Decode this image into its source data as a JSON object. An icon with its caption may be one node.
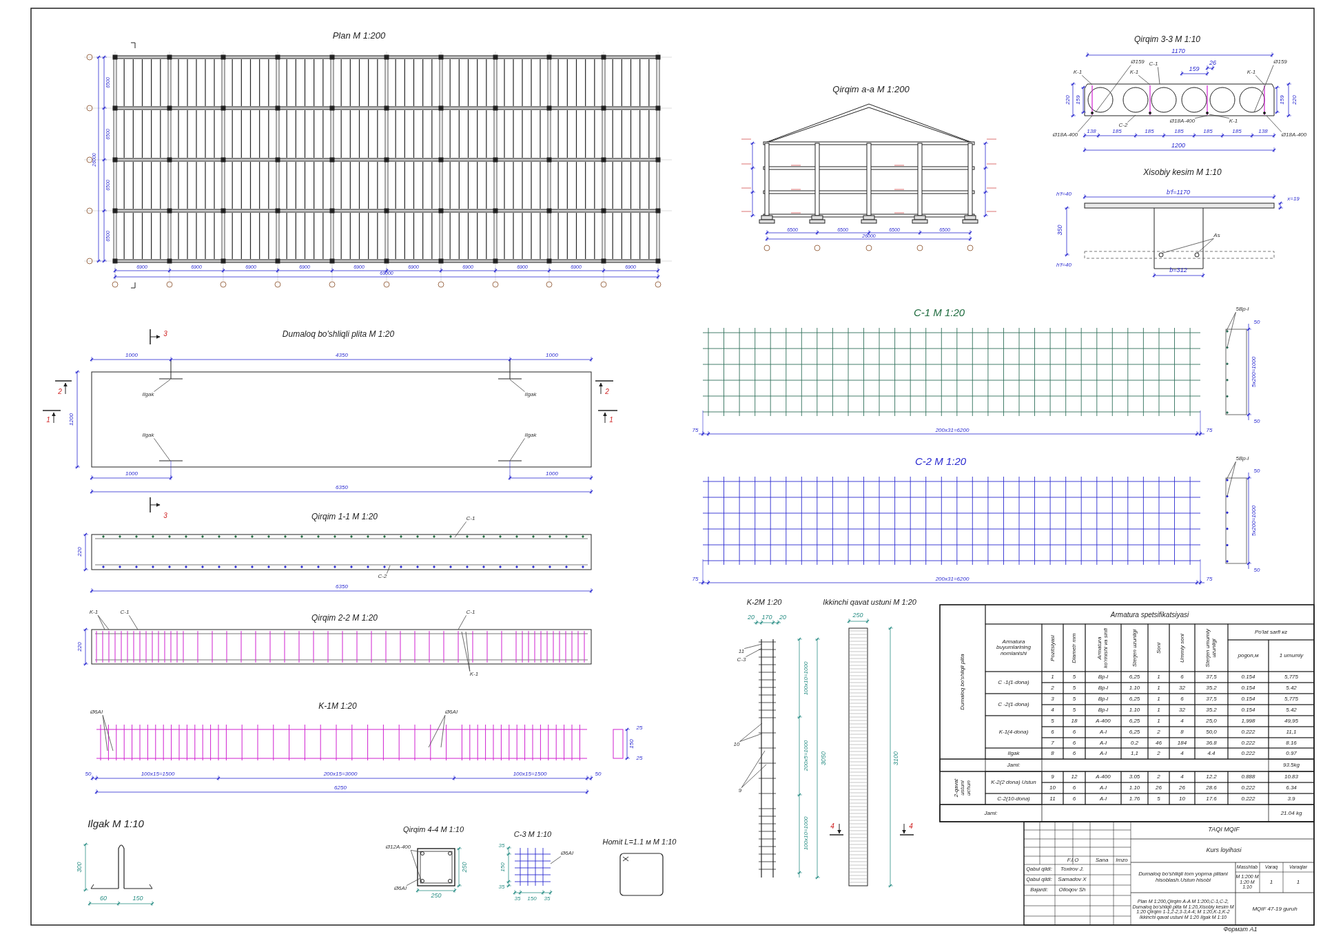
{
  "diagram": {
    "nodes": [
      {
        "text": [
          "Ilgak"
        ],
        "in": 33
      },
      {
        "text": [
          "Ilgak"
        ],
        "in": 33
      },
      {
        "text": [
          "Ilgak"
        ],
        "in": 33
      },
      {
        "text": [
          "Ilgak"
        ],
        "in": 33
      },
      {
        "text": [
          "C-1"
        ]
      },
      {
        "text": [
          "C-2"
        ]
      },
      {
        "text": [
          "K-1"
        ]
      },
      {
        "text": [
          "C-1"
        ]
      },
      {
        "text": [
          "C-1"
        ]
      },
      {
        "text": [
          "K-1"
        ]
      },
      {
        "text": [
          "Ø6AI"
        ]
      },
      {
        "text": [
          "Ø6AI"
        ]
      },
      {
        "text": [
          "K-1"
        ]
      },
      {
        "text": [
          "Ø159"
        ]
      },
      {
        "text": [
          "K-1"
        ]
      },
      {
        "text": [
          "C-1"
        ]
      },
      {
        "text": [
          "Ø159"
        ]
      },
      {
        "text": [
          "K-1"
        ]
      },
      {
        "text": [
          "C-2"
        ]
      },
      {
        "text": [
          "Ø18A-400"
        ]
      },
      {
        "text": [
          "Ø18A-400"
        ]
      },
      {
        "text": [
          "K-1"
        ]
      },
      {
        "text": [
          "Ø18A-400"
        ]
      },
      {
        "text": [
          "As"
        ],
        "in": 38
      },
      {
        "text": [
          "5Bp-I"
        ]
      },
      {
        "text": [
          "5Bp-I"
        ]
      },
      {
        "text": [
          "11"
        ]
      },
      {
        "text": [
          "C-3"
        ]
      },
      {
        "text": [
          "10"
        ]
      },
      {
        "text": [
          "9"
        ]
      },
      {
        "text": [
          "Ø12A-400"
        ]
      },
      {
        "text": [
          "Ø6AI"
        ]
      },
      {
        "text": [
          "Ø6AI"
        ]
      },
      {
        "text": [],
        "shape": "picture"
      },
      {
        "text": [],
        "shape": "picture"
      },
      {
        "text": [],
        "shape": "picture"
      },
      {
        "text": [],
        "shape": "picture"
      },
      {
        "text": [],
        "shape": "picture"
      },
      {
        "text": [],
        "shape": "picture"
      },
      {
        "text": [],
        "shape": "picture"
      },
      {
        "text": [],
        "shape": "picture"
      },
      {
        "text": [],
        "shape": "picture"
      },
      {
        "text": [],
        "shape": "picture"
      },
      {
        "text": [],
        "shape": "picture"
      }
    ],
    "edges": [
      {
        "from": 0,
        "to": 33,
        "arrow": "none"
      },
      {
        "from": 1,
        "to": 33,
        "arrow": "none"
      },
      {
        "from": 2,
        "to": 33,
        "arrow": "none"
      },
      {
        "from": 3,
        "to": 33,
        "arrow": "none"
      },
      {
        "from": 4,
        "to": 34,
        "arrow": "none"
      },
      {
        "from": 5,
        "to": 34,
        "arrow": "none"
      },
      {
        "from": 6,
        "to": 35,
        "arrow": "none"
      },
      {
        "from": 6,
        "to": 35,
        "arrow": "none"
      },
      {
        "from": 7,
        "to": 35,
        "arrow": "none"
      },
      {
        "from": 8,
        "to": 35,
        "arrow": "none"
      },
      {
        "from": 9,
        "to": 35,
        "arrow": "none"
      },
      {
        "from": 9,
        "to": 35,
        "arrow": "none"
      },
      {
        "from": 10,
        "to": 36,
        "arrow": "none"
      },
      {
        "from": 10,
        "to": 36,
        "arrow": "none"
      },
      {
        "from": 11,
        "to": 36,
        "arrow": "none"
      },
      {
        "from": 11,
        "to": 36,
        "arrow": "none"
      },
      {
        "from": 12,
        "to": 37,
        "arrow": "none"
      },
      {
        "from": 13,
        "to": 37,
        "arrow": "none"
      },
      {
        "from": 14,
        "to": 37,
        "arrow": "none"
      },
      {
        "from": 15,
        "to": 37,
        "arrow": "none"
      },
      {
        "from": 16,
        "to": 37,
        "arrow": "none"
      },
      {
        "from": 17,
        "to": 37,
        "arrow": "none"
      },
      {
        "from": 18,
        "to": 37,
        "arrow": "none"
      },
      {
        "from": 19,
        "to": 37,
        "arrow": "none"
      },
      {
        "from": 20,
        "to": 37,
        "arrow": "none"
      },
      {
        "from": 21,
        "to": 37,
        "arrow": "none"
      },
      {
        "from": 22,
        "to": 37,
        "arrow": "none"
      },
      {
        "from": 23,
        "to": 38,
        "arrow": "none"
      },
      {
        "from": 23,
        "to": 38,
        "arrow": "none"
      },
      {
        "from": 24,
        "to": 39,
        "arrow": "none"
      },
      {
        "from": 24,
        "to": 39,
        "arrow": "none"
      },
      {
        "from": 25,
        "to": 40,
        "arrow": "none"
      },
      {
        "from": 25,
        "to": 40,
        "arrow": "none"
      },
      {
        "from": 26,
        "to": 41,
        "arrow": "none"
      },
      {
        "from": 27,
        "to": 41,
        "arrow": "none"
      },
      {
        "from": 28,
        "to": 41,
        "arrow": "none"
      },
      {
        "from": 28,
        "to": 41,
        "arrow": "none"
      },
      {
        "from": 29,
        "to": 41,
        "arrow": "none"
      },
      {
        "from": 29,
        "to": 41,
        "arrow": "none"
      },
      {
        "from": 30,
        "to": 42,
        "arrow": "none"
      },
      {
        "from": 30,
        "to": 42,
        "arrow": "none"
      },
      {
        "from": 31,
        "to": 42,
        "arrow": "none"
      },
      {
        "from": 32,
        "to": 43,
        "arrow": "none"
      }
    ],
    "labels": [
      "Plan M 1:200",
      "6500",
      "6500",
      "6500",
      "6500",
      "26000",
      "6900",
      "6900",
      "6900",
      "6900",
      "6900",
      "6900",
      "6900",
      "6900",
      "6900",
      "6900",
      "69000",
      "Qirqim a-a M 1:200",
      "6500",
      "6500",
      "6500",
      "6500",
      "26000",
      "Qirqim 3-3 M 1:10",
      "1170",
      "159",
      "26",
      "220",
      "159",
      "159",
      "220",
      "138",
      "185",
      "185",
      "185",
      "185",
      "185",
      "138",
      "1200",
      "Xisobiy kesim M 1:10",
      "h'f=40",
      "b'f=1170",
      "x=19",
      "350",
      "h'f=40",
      "b=312",
      "Dumaloq bo'shliqli plita M 1:20",
      "3",
      "1000",
      "4350",
      "1000",
      "2",
      "2",
      "1",
      "1200",
      "1",
      "1000",
      "1000",
      "6350",
      "3",
      "Qirqim 1-1 M 1:20",
      "220",
      "6350",
      "Qirqim 2-2 M 1:20",
      "220",
      "K-1M 1:20",
      "25",
      "150",
      "25",
      "50",
      "100x15=1500",
      "200x15=3000",
      "100x15=1500",
      "50",
      "6250",
      "C-1 M 1:20",
      "50",
      "5x200=1000",
      "50",
      "75",
      "200x31=6200",
      "75",
      "C-2 M 1:20",
      "50",
      "5x200=1000",
      "50",
      "75",
      "200x31=6200",
      "75",
      "K-2M 1:20",
      "Ikkinchi qavat ustuni M 1:20",
      "20",
      "170",
      "20",
      "250",
      "100x10=1000",
      "200x5=1000",
      "3050",
      "3100",
      "100x10=1000",
      "4",
      "4",
      "Ilgak M 1:10",
      "300",
      "60",
      "150",
      "Qirqim 4-4 M 1:10",
      "250",
      "250",
      "C-3 M 1:10",
      "35",
      "150",
      "35",
      "35",
      "150",
      "35",
      "Homit L=1.1 м M 1:10",
      "Armatura spetsifikatsiyasi",
      "Armatura buyumlarining nomlanishi",
      "Pozitsiyasi",
      "Diametr mm",
      "Armatura ko'rinishi va sinfi",
      "Sterjen uzunligi",
      "Soni",
      "Ummiy soni",
      "Sterjen umumiy uzunligi",
      "Po'lat sarfi кг",
      "pogon,м",
      "1 umumiy",
      "Dumaloq bo'shliqli plita",
      "C -1(1-dona)",
      "1",
      "5",
      "Bp-I",
      "6,25",
      "1",
      "6",
      "37,5",
      "0.154",
      "5,775",
      "2",
      "5",
      "Bp-I",
      "1.10",
      "1",
      "32",
      "35.2",
      "0.154",
      "5.42",
      "C -2(1-dona)",
      "3",
      "5",
      "Bp-I",
      "6,25",
      "1",
      "6",
      "37,5",
      "0.154",
      "5,775",
      "4",
      "5",
      "Bp-I",
      "1.10",
      "1",
      "32",
      "35.2",
      "0.154",
      "5.42",
      "K-1(4-dona)",
      "5",
      "18",
      "A-400",
      "6,25",
      "1",
      "4",
      "25,0",
      "1,998",
      "49,95",
      "6",
      "6",
      "A-I",
      "6,25",
      "2",
      "8",
      "50,0",
      "0.222",
      "11,1",
      "7",
      "6",
      "A-I",
      "0.2",
      "46",
      "184",
      "36.8",
      "0.222",
      "8.16",
      "Ilgak",
      "8",
      "6",
      "A-I",
      "1,1",
      "2",
      "4",
      "4.4",
      "0.222",
      "0.97",
      "Jami:",
      "93.5kg",
      "2-qavat ustuni uchun",
      "K-2(2 dona) Ustun",
      "9",
      "12",
      "A-400",
      "3.05",
      "2",
      "4",
      "12.2",
      "0.888",
      "10.83",
      "10",
      "6",
      "A-I",
      "1.10",
      "26",
      "26",
      "28.6",
      "0.222",
      "6.34",
      "C-2(10-dona)",
      "11",
      "6",
      "A-I",
      "1.76",
      "5",
      "10",
      "17.6",
      "0.222",
      "3.9",
      "Jami:",
      "21.04 kg",
      "TAQI MQIF",
      "Kurs loyihasi",
      "F.I.O",
      "Sana",
      "Imzo",
      "Qabul qildi:",
      "Toxirov J.",
      "Dumaloq bo'shliqli tom yopma plitani hisoblash.Ustun hisobi",
      "Masshtab",
      "Varaq",
      "Varaqlar",
      "M 1:200 M 1:20 M 1:10",
      "1",
      "1",
      "Qabul qildi:",
      "Samadov X",
      "Bajardi:",
      "Olloqov Sh",
      "Plan M 1:200,Qirqim A-A M 1:200,C-1,C-2, Dumaloq bo'shliqli plita M 1:20,Xisobiy kesim M 1:20 Qirqim 1-1,2-2,3-3,4-4; M 1:20,K-1,K-2 Ikkinchi qavat ustuni M 1:20 Ilgak M 1:10",
      "MQIF 47-19 guruh",
      "Формат А1"
    ]
  }
}
